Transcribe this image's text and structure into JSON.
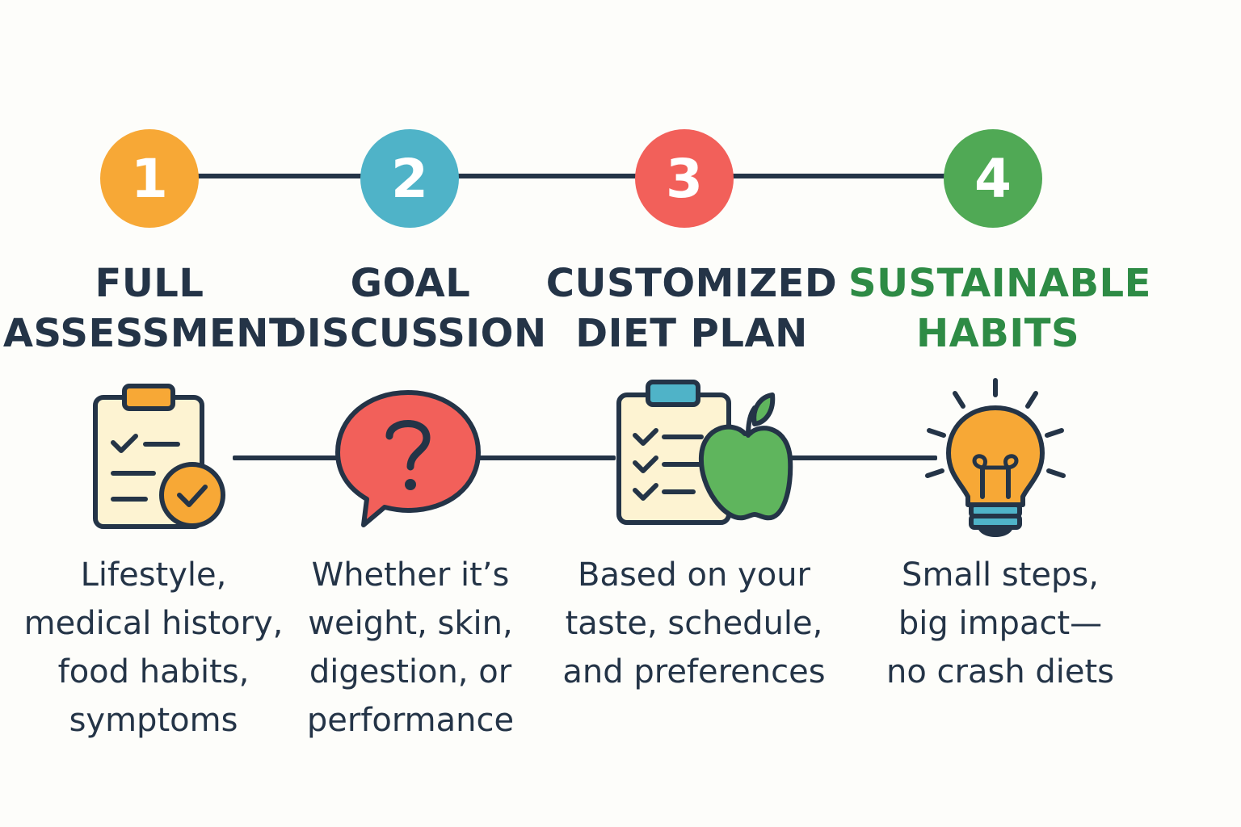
{
  "colors": {
    "step1": "#f7a836",
    "step2": "#4fb3c8",
    "step3": "#f2605a",
    "step4": "#50a955",
    "ink": "#243447",
    "highlight_title": "#2e8b45"
  },
  "steps": [
    {
      "number": "1",
      "title_lines": [
        "FULL",
        "ASSESSMENT"
      ],
      "icon": "clipboard-check-icon",
      "desc_lines": [
        "Lifestyle,",
        "medical history,",
        "food habits,",
        "symptoms"
      ]
    },
    {
      "number": "2",
      "title_lines": [
        "GOAL",
        "DISCUSSION"
      ],
      "icon": "question-bubble-icon",
      "desc_lines": [
        "Whether it’s",
        "weight, skin,",
        "digestion, or",
        "performance"
      ]
    },
    {
      "number": "3",
      "title_lines": [
        "CUSTOMIZED",
        "DIET PLAN"
      ],
      "icon": "clipboard-apple-icon",
      "desc_lines": [
        "Based on your",
        "taste, schedule,",
        "and preferences"
      ]
    },
    {
      "number": "4",
      "title_lines": [
        "SUSTAINABLE",
        "HABITS"
      ],
      "icon": "lightbulb-icon",
      "desc_lines": [
        "Small steps,",
        "big impact—",
        "no crash diets"
      ]
    }
  ]
}
